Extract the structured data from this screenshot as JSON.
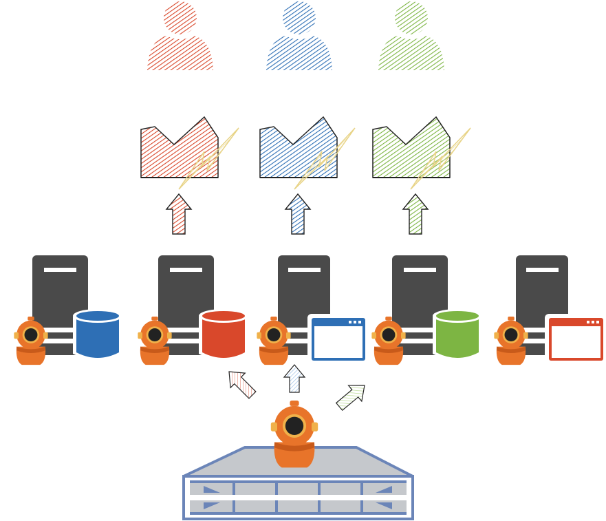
{
  "colors": {
    "red": "#d9482b",
    "blue": "#2e6fb5",
    "green": "#7db543",
    "server": "#4a4a4a",
    "server_slot": "#ffffff",
    "helmet": "#e8742a",
    "helmet_dark": "#c85a1a",
    "lightning": "#e8d488",
    "switch_fill": "#c5c8cc",
    "switch_stroke": "#6b85b8"
  },
  "users": [
    {
      "icon": "user-icon",
      "color": "red"
    },
    {
      "icon": "user-icon",
      "color": "blue"
    },
    {
      "icon": "user-icon",
      "color": "green"
    }
  ],
  "dashboards": [
    {
      "icon": "area-chart-icon",
      "color": "red"
    },
    {
      "icon": "area-chart-icon",
      "color": "blue"
    },
    {
      "icon": "area-chart-icon",
      "color": "green"
    }
  ],
  "servers": [
    {
      "icon": "server-icon",
      "attachment": "database-icon",
      "color": "blue",
      "agent": "diver-helmet-icon"
    },
    {
      "icon": "server-icon",
      "attachment": "database-icon",
      "color": "red",
      "agent": "diver-helmet-icon"
    },
    {
      "icon": "server-icon",
      "attachment": "browser-window-icon",
      "color": "blue",
      "agent": "diver-helmet-icon"
    },
    {
      "icon": "server-icon",
      "attachment": "database-icon",
      "color": "green",
      "agent": "diver-helmet-icon"
    },
    {
      "icon": "server-icon",
      "attachment": "browser-window-icon",
      "color": "red",
      "agent": "diver-helmet-icon"
    }
  ],
  "central": {
    "icon": "diver-helmet-icon",
    "base": "network-switch-icon"
  }
}
